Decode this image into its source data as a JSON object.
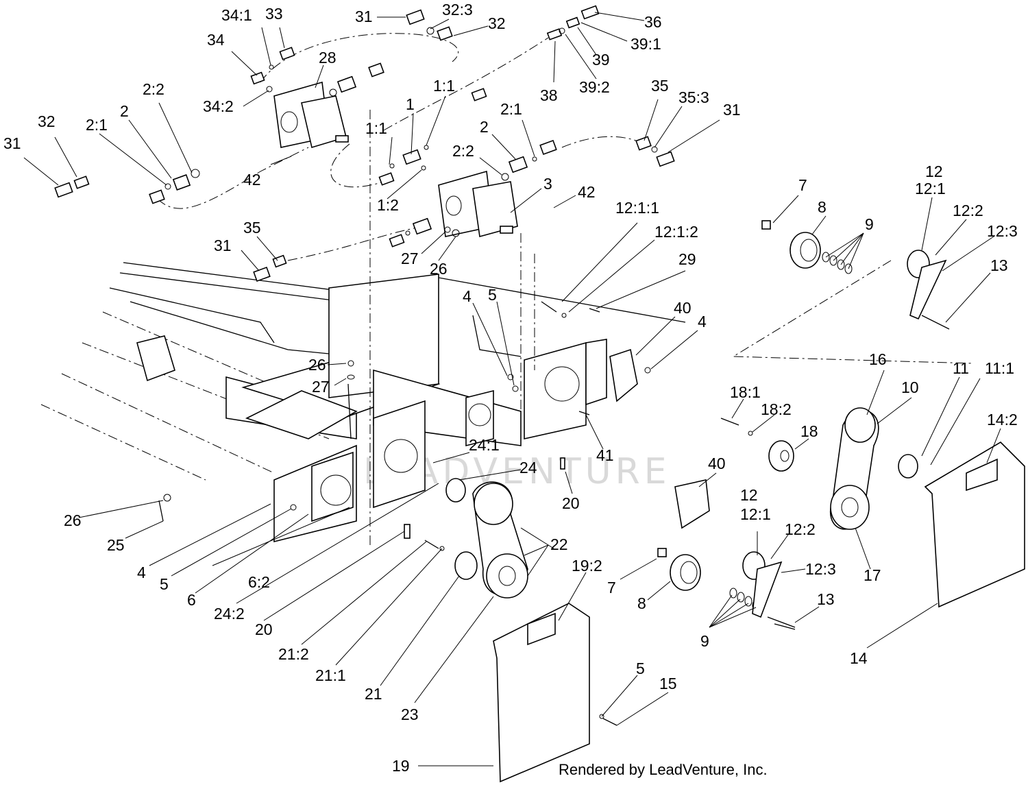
{
  "diagram": {
    "footer": "Rendered by LeadVenture, Inc.",
    "watermark": "LEADVENTURE",
    "callouts": [
      {
        "id": "c-34-1",
        "text": "34:1"
      },
      {
        "id": "c-33",
        "text": "33"
      },
      {
        "id": "c-31-a",
        "text": "31"
      },
      {
        "id": "c-32-3",
        "text": "32:3"
      },
      {
        "id": "c-32-a",
        "text": "32"
      },
      {
        "id": "c-36",
        "text": "36"
      },
      {
        "id": "c-39-1",
        "text": "39:1"
      },
      {
        "id": "c-34",
        "text": "34"
      },
      {
        "id": "c-28",
        "text": "28"
      },
      {
        "id": "c-39",
        "text": "39"
      },
      {
        "id": "c-38",
        "text": "38"
      },
      {
        "id": "c-39-2",
        "text": "39:2"
      },
      {
        "id": "c-2-2-a",
        "text": "2:2"
      },
      {
        "id": "c-1-1-a",
        "text": "1:1"
      },
      {
        "id": "c-34-2",
        "text": "34:2"
      },
      {
        "id": "c-1",
        "text": "1"
      },
      {
        "id": "c-35-a",
        "text": "35"
      },
      {
        "id": "c-35-3",
        "text": "35:3"
      },
      {
        "id": "c-31-b",
        "text": "31"
      },
      {
        "id": "c-32-b",
        "text": "32"
      },
      {
        "id": "c-2-a",
        "text": "2"
      },
      {
        "id": "c-2-1-a",
        "text": "2:1"
      },
      {
        "id": "c-2-1-b",
        "text": "2:1"
      },
      {
        "id": "c-1-1-b",
        "text": "1:1"
      },
      {
        "id": "c-2-b",
        "text": "2"
      },
      {
        "id": "c-31-c",
        "text": "31"
      },
      {
        "id": "c-2-2-b",
        "text": "2:2"
      },
      {
        "id": "c-42-a",
        "text": "42"
      },
      {
        "id": "c-1-2",
        "text": "1:2"
      },
      {
        "id": "c-3",
        "text": "3"
      },
      {
        "id": "c-42-b",
        "text": "42"
      },
      {
        "id": "c-7-a",
        "text": "7"
      },
      {
        "id": "c-12-a",
        "text": "12"
      },
      {
        "id": "c-12-1-a",
        "text": "12:1"
      },
      {
        "id": "c-12-1-1",
        "text": "12:1:1"
      },
      {
        "id": "c-8-a",
        "text": "8"
      },
      {
        "id": "c-12-2-a",
        "text": "12:2"
      },
      {
        "id": "c-35-b",
        "text": "35"
      },
      {
        "id": "c-12-1-2",
        "text": "12:1:2"
      },
      {
        "id": "c-9-a",
        "text": "9"
      },
      {
        "id": "c-12-3-a",
        "text": "12:3"
      },
      {
        "id": "c-31-d",
        "text": "31"
      },
      {
        "id": "c-27-a",
        "text": "27"
      },
      {
        "id": "c-29",
        "text": "29"
      },
      {
        "id": "c-13-a",
        "text": "13"
      },
      {
        "id": "c-26-a",
        "text": "26"
      },
      {
        "id": "c-4-a",
        "text": "4"
      },
      {
        "id": "c-5-a",
        "text": "5"
      },
      {
        "id": "c-40-a",
        "text": "40"
      },
      {
        "id": "c-4-b",
        "text": "4"
      },
      {
        "id": "c-16",
        "text": "16"
      },
      {
        "id": "c-11",
        "text": "11"
      },
      {
        "id": "c-11-1",
        "text": "11:1"
      },
      {
        "id": "c-26-b",
        "text": "26"
      },
      {
        "id": "c-27-b",
        "text": "27"
      },
      {
        "id": "c-10",
        "text": "10"
      },
      {
        "id": "c-18-1",
        "text": "18:1"
      },
      {
        "id": "c-18-2",
        "text": "18:2"
      },
      {
        "id": "c-14-2",
        "text": "14:2"
      },
      {
        "id": "c-18",
        "text": "18"
      },
      {
        "id": "c-24-1",
        "text": "24:1"
      },
      {
        "id": "c-41",
        "text": "41"
      },
      {
        "id": "c-40-b",
        "text": "40"
      },
      {
        "id": "c-24",
        "text": "24"
      },
      {
        "id": "c-20-a",
        "text": "20"
      },
      {
        "id": "c-12-b",
        "text": "12"
      },
      {
        "id": "c-12-1-b",
        "text": "12:1"
      },
      {
        "id": "c-26-c",
        "text": "26"
      },
      {
        "id": "c-12-2-b",
        "text": "12:2"
      },
      {
        "id": "c-25",
        "text": "25"
      },
      {
        "id": "c-22",
        "text": "22"
      },
      {
        "id": "c-19-2",
        "text": "19:2"
      },
      {
        "id": "c-12-3-b",
        "text": "12:3"
      },
      {
        "id": "c-4-c",
        "text": "4"
      },
      {
        "id": "c-17",
        "text": "17"
      },
      {
        "id": "c-5-b",
        "text": "5"
      },
      {
        "id": "c-7-b",
        "text": "7"
      },
      {
        "id": "c-6",
        "text": "6"
      },
      {
        "id": "c-6-2",
        "text": "6:2"
      },
      {
        "id": "c-8-b",
        "text": "8"
      },
      {
        "id": "c-13-b",
        "text": "13"
      },
      {
        "id": "c-24-2",
        "text": "24:2"
      },
      {
        "id": "c-20-b",
        "text": "20"
      },
      {
        "id": "c-9-b",
        "text": "9"
      },
      {
        "id": "c-21-2",
        "text": "21:2"
      },
      {
        "id": "c-14",
        "text": "14"
      },
      {
        "id": "c-21-1",
        "text": "21:1"
      },
      {
        "id": "c-5-c",
        "text": "5"
      },
      {
        "id": "c-15",
        "text": "15"
      },
      {
        "id": "c-21",
        "text": "21"
      },
      {
        "id": "c-23",
        "text": "23"
      },
      {
        "id": "c-19",
        "text": "19"
      }
    ]
  }
}
